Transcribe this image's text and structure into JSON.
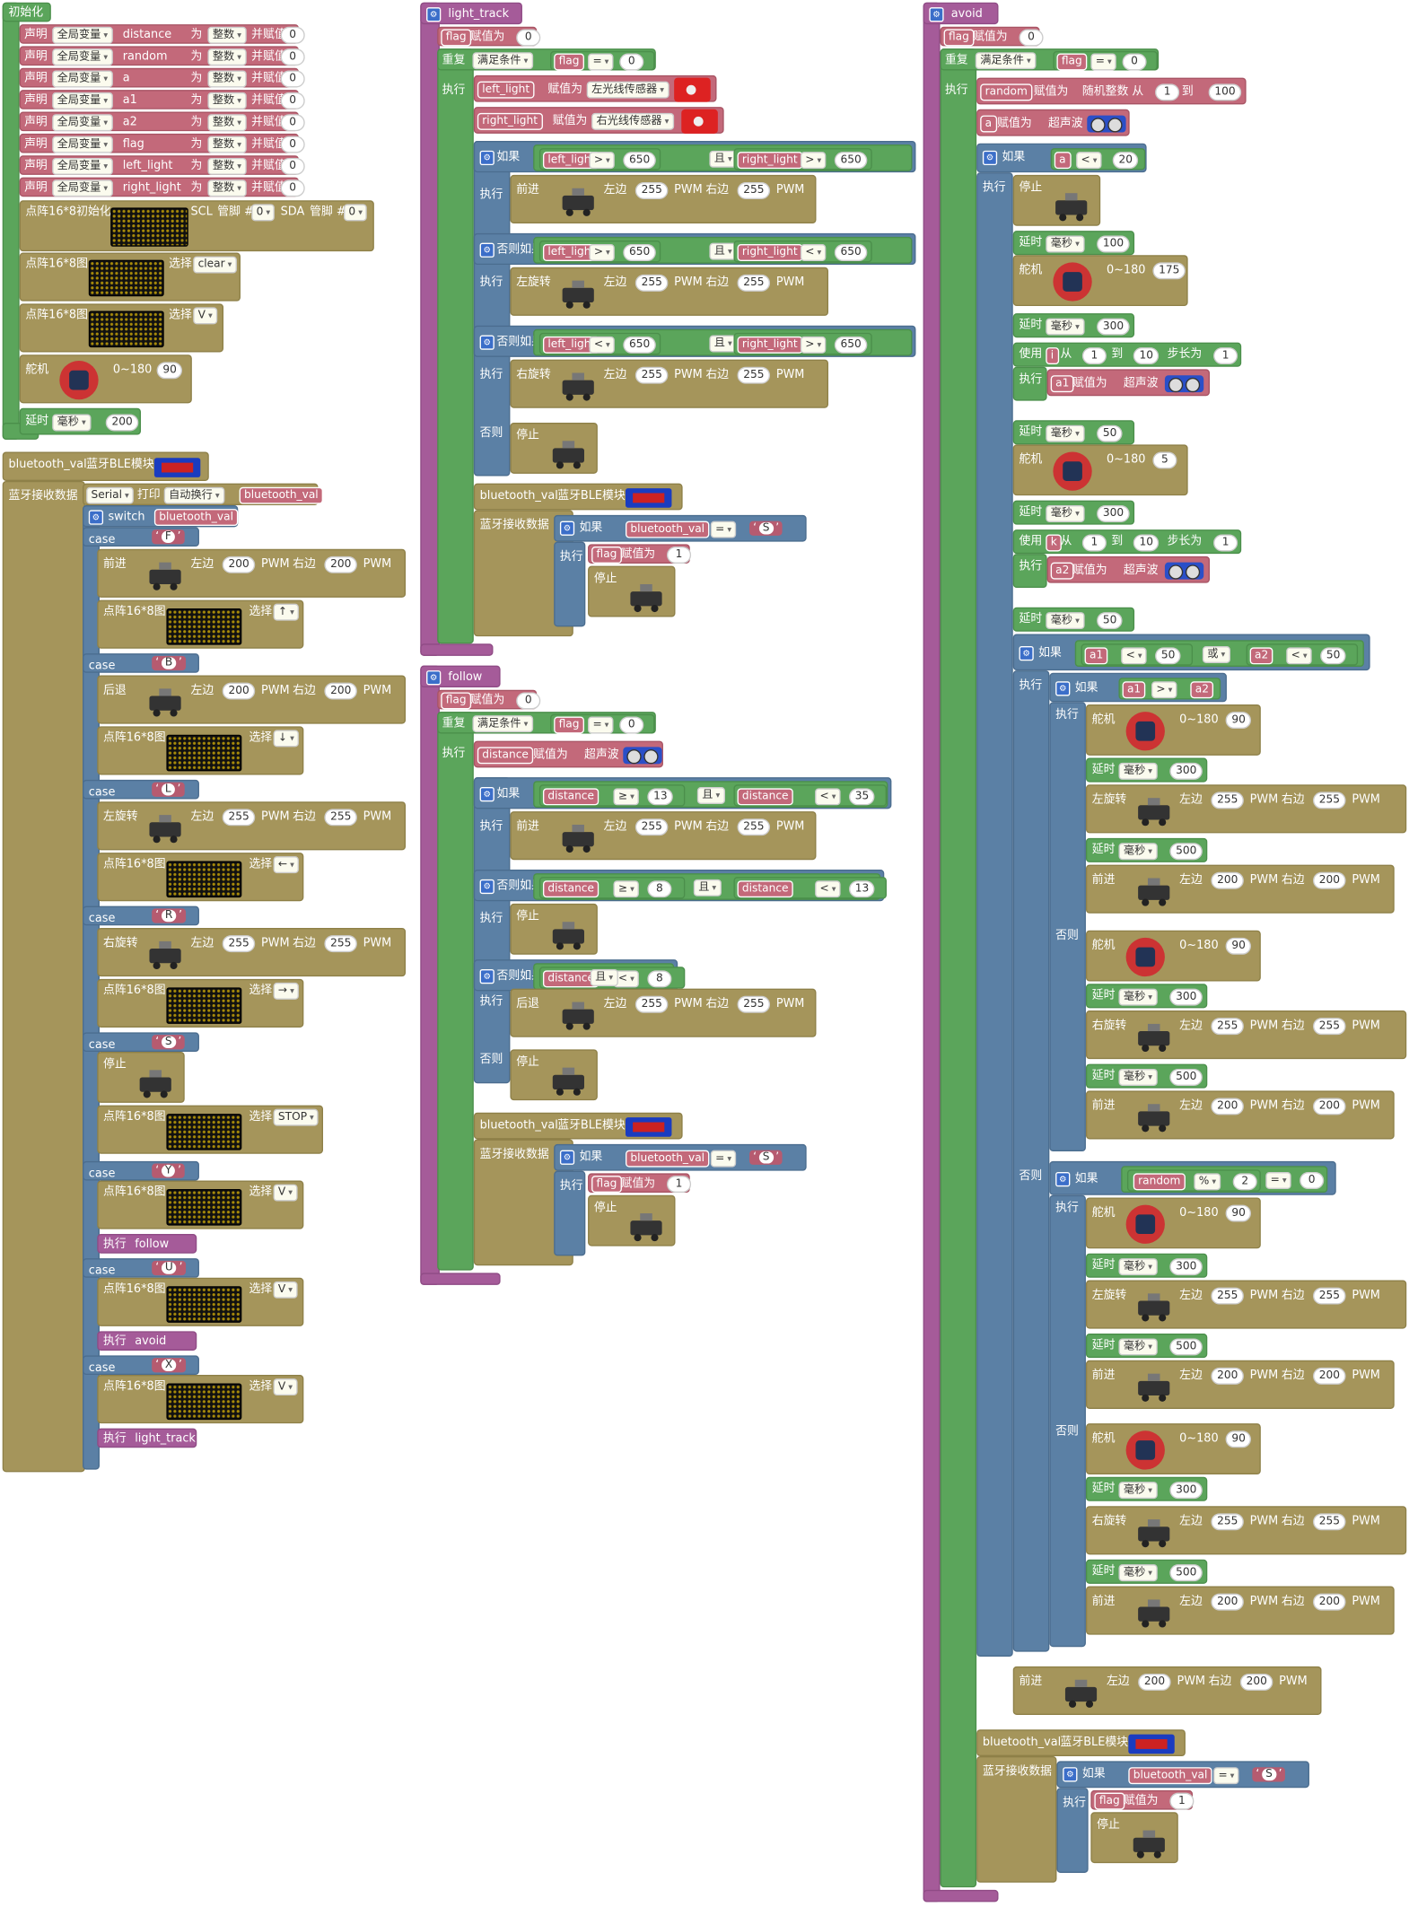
{
  "init": {
    "title": "初始化",
    "declares": [
      {
        "name": "distance",
        "value": "0"
      },
      {
        "name": "random",
        "value": "0"
      },
      {
        "name": "a",
        "value": "0"
      },
      {
        "name": "a1",
        "value": "0"
      },
      {
        "name": "a2",
        "value": "0"
      },
      {
        "name": "flag",
        "value": "0"
      },
      {
        "name": "left_light",
        "value": "0"
      },
      {
        "name": "right_light",
        "value": "0"
      }
    ],
    "declare_word": "声明",
    "scope": "全局变量",
    "as_word": "为",
    "type": "整数",
    "assign_word": "并赋值",
    "matrix_init": "点阵16*8初始化",
    "scl": "SCL",
    "sda": "SDA",
    "pin": "管脚 #",
    "pin_val": "0",
    "matrix_draw": "点阵16*8图",
    "select": "选择",
    "clear": "clear",
    "v": "V",
    "servo": "舵机",
    "range": "0~180",
    "servo_val": "90",
    "delay": "延时",
    "ms": "毫秒",
    "delay_val": "200"
  },
  "bt_main": {
    "var": "bluetooth_val",
    "module": "蓝牙BLE模块",
    "receive": "蓝牙接收数据",
    "serial": "Serial",
    "print": "打印",
    "newline": "自动换行",
    "switch": "switch",
    "case": "case",
    "cases": [
      {
        "key": "F",
        "act": "前进",
        "l": "200",
        "r": "200",
        "sym": "↑"
      },
      {
        "key": "B",
        "act": "后退",
        "l": "200",
        "r": "200",
        "sym": "↓"
      },
      {
        "key": "L",
        "act": "左旋转",
        "l": "255",
        "r": "255",
        "sym": "←"
      },
      {
        "key": "R",
        "act": "右旋转",
        "l": "255",
        "r": "255",
        "sym": "→"
      }
    ],
    "case_s": "S",
    "stop": "停止",
    "stop_sym": "STOP",
    "case_y": "Y",
    "exec": "执行",
    "follow": "follow",
    "case_u": "U",
    "avoid": "avoid",
    "case_x": "X",
    "light_track": "light_track"
  },
  "words": {
    "left": "左边",
    "right": "右边",
    "pwm": "PWM",
    "assign": "赋值为",
    "repeat": "重复",
    "while": "满足条件",
    "exec": "执行",
    "if": "如果",
    "elif": "否则如果",
    "else": "否则",
    "and": "且",
    "or": "或",
    "stop": "停止",
    "forward": "前进",
    "back": "后退",
    "turn_left": "左旋转",
    "turn_right": "右旋转",
    "eq": "=",
    "gt": ">",
    "lt": "<",
    "ge": "≥",
    "mod": "%",
    "ultrasonic": "超声波",
    "left_sensor": "左光线传感器",
    "right_sensor": "右光线传感器",
    "random_int": "随机整数 从",
    "to": "到",
    "use": "使用",
    "from": "从",
    "step": "步长为",
    "s": "S"
  },
  "light_track": {
    "name": "light_track",
    "flag": "flag",
    "zero": "0",
    "one": "1",
    "ll": "left_light",
    "rl": "right_light",
    "th": "650",
    "spd": "255"
  },
  "follow": {
    "name": "follow",
    "dist": "distance",
    "v13": "13",
    "v35": "35",
    "v8": "8",
    "spd": "255"
  },
  "avoid": {
    "name": "avoid",
    "random": "random",
    "r1": "1",
    "r100": "100",
    "a": "a",
    "a1": "a1",
    "a2": "a2",
    "v20": "20",
    "v100": "100",
    "v175": "175",
    "v300": "300",
    "i": "i",
    "k": "k",
    "v10": "10",
    "v50": "50",
    "v5": "5",
    "v90": "90",
    "v500": "500",
    "v255": "255",
    "v200": "200",
    "v2": "2",
    "v0": "0"
  }
}
